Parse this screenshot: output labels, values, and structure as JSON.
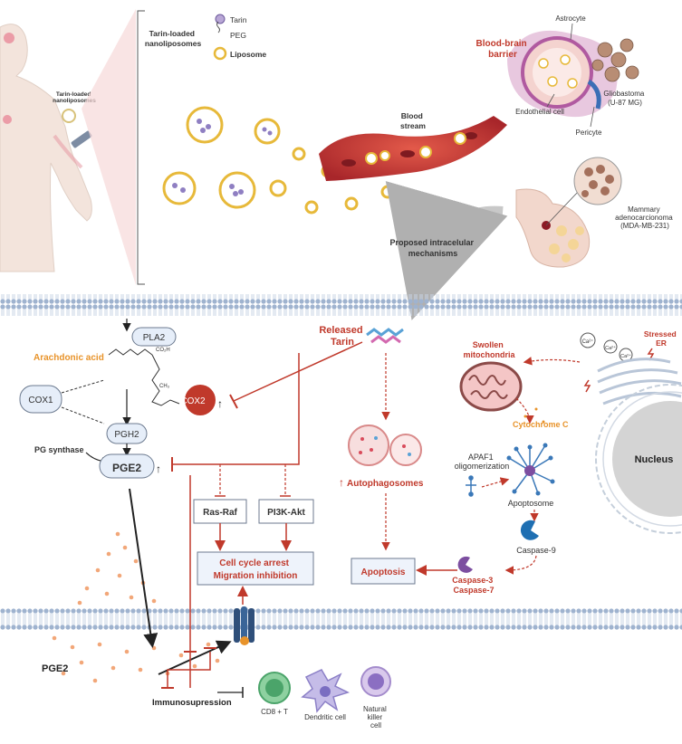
{
  "legend": {
    "title_line1": "Tarin-loaded",
    "title_line2": "nanoliposomes",
    "tarin": "Tarin",
    "peg": "PEG",
    "liposome": "Liposome"
  },
  "patient": {
    "injection_label_line1": "Tarin-loaded",
    "injection_label_line2": "nanoliposomes"
  },
  "top": {
    "blood_stream_line1": "Blood",
    "blood_stream_line2": "stream",
    "bbb_line1": "Blood-brain",
    "bbb_line2": "barrier",
    "astrocyte": "Astrocyte",
    "endothelial": "Endothelial cell",
    "pericyte": "Pericyte",
    "glioblastoma_line1": "Gliobastoma",
    "glioblastoma_line2": "(U-87 MG)",
    "mammary_line1": "Mammary",
    "mammary_line2": "adenocarcionoma",
    "mammary_line3": "(MDA-MB-231)",
    "proposed_line1": "Proposed intracelular",
    "proposed_line2": "mechanisms"
  },
  "pathway": {
    "pla2": "PLA2",
    "arachidonic": "Arachdonic acid",
    "co2h": "CO₂H",
    "ch3": "CH₃",
    "cox1": "COX1",
    "cox2": "COX2",
    "pgh2": "PGH2",
    "pg_synthase": "PG synthase",
    "pge2": "PGE2",
    "released_line1": "Released",
    "released_line2": "Tarin",
    "ras_raf": "Ras-Raf",
    "pi3k_akt": "PI3K-Akt",
    "cell_cycle_line1": "Cell cycle arrest",
    "cell_cycle_line2": "Migration inhibition",
    "autophagosomes": "Autophagosomes",
    "apoptosis": "Apoptosis",
    "swollen_line1": "Swollen",
    "swollen_line2": "mitochondria",
    "cytochrome": "Cytochrome C",
    "ca": "Ca²⁺",
    "stressed_line1": "Stressed",
    "stressed_line2": "ER",
    "nucleus": "Nucleus",
    "apaf1_line1": "APAF1",
    "apaf1_line2": "oligomerization",
    "apoptosome": "Apoptosome",
    "caspase9": "Caspase-9",
    "caspase3": "Caspase-3",
    "caspase7": "Caspase-7",
    "up_arrow": "↑"
  },
  "bottom": {
    "pge2": "PGE2",
    "immunosupression": "Immunosupression",
    "cd8": "CD8 + T",
    "dendritic": "Dendritic cell",
    "nk_line1": "Natural",
    "nk_line2": "killer",
    "nk_line3": "cell"
  },
  "colors": {
    "inhibit_red": "#c0392b",
    "orange": "#e8932a",
    "membrane": "#b8c7dc"
  }
}
